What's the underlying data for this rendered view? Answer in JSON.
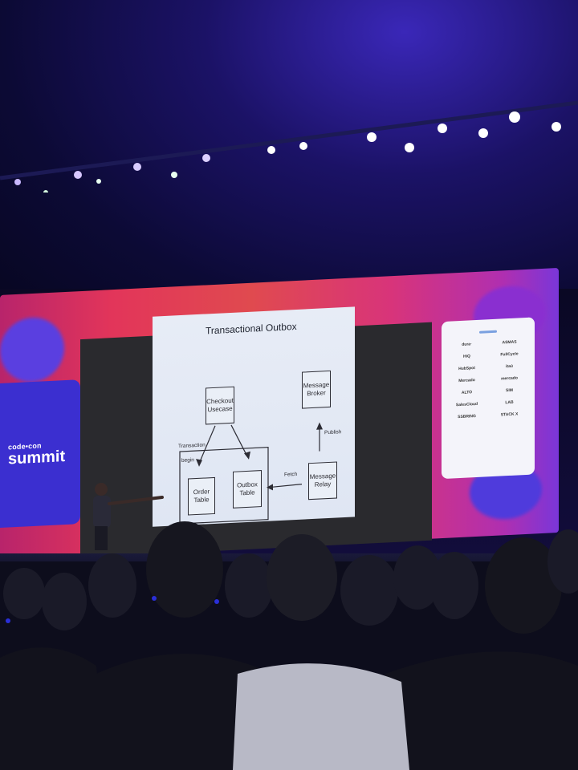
{
  "event": {
    "brand_small": "code•con",
    "brand_big": "summit"
  },
  "slide": {
    "title": "Transactional Outbox",
    "boxes": {
      "checkout_usecase": "Checkout Usecase",
      "message_broker": "Message Broker",
      "order_table": "Order Table",
      "outbox_table": "Outbox Table",
      "message_relay": "Message Relay"
    },
    "labels": {
      "transaction": "Transaction",
      "begin": "begin",
      "fetch": "Fetch",
      "publish": "Publish"
    }
  },
  "sponsors": [
    "dura·",
    "ASMAS",
    "HiQ",
    "FullCycle",
    "HubSpot",
    "itaú",
    "Mercado",
    "mercado",
    "ALTO",
    "SIM",
    "SalesCloud",
    "LAB",
    "SSBRING",
    "STACK X"
  ],
  "colors": {
    "led_pink": "#e2355a",
    "led_purple": "#7a36d9",
    "brand_panel": "#3b2fd0",
    "stage_light": "#ffffff",
    "ceiling_glow": "#3a27b8"
  }
}
